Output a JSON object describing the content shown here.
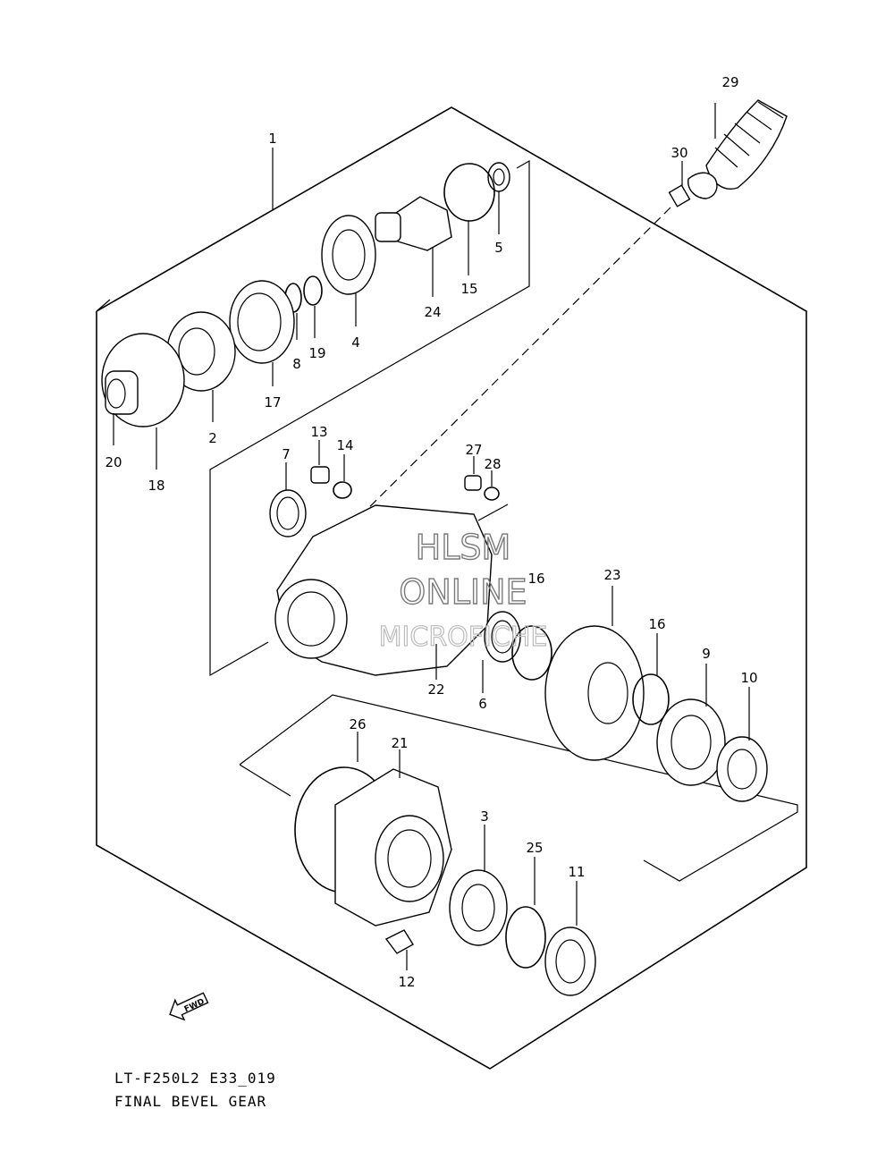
{
  "watermark": {
    "line1": "HLSM",
    "line2": "ONLINE",
    "line3": "MICROFICHE"
  },
  "footer": {
    "model_code": "LT-F250L2 E33_019",
    "title": "FINAL BEVEL GEAR"
  },
  "fwd_arrow": {
    "label": "FWD"
  },
  "callouts": {
    "p1": "1",
    "p2": "2",
    "p3": "3",
    "p4": "4",
    "p5": "5",
    "p6": "6",
    "p7": "7",
    "p8": "8",
    "p9": "9",
    "p10": "10",
    "p11": "11",
    "p12": "12",
    "p13": "13",
    "p14": "14",
    "p15": "15",
    "p16a": "16",
    "p16b": "16",
    "p17": "17",
    "p18": "18",
    "p19": "19",
    "p20": "20",
    "p21": "21",
    "p22": "22",
    "p23": "23",
    "p24": "24",
    "p25": "25",
    "p26": "26",
    "p27": "27",
    "p28": "28",
    "p29": "29",
    "p30": "30"
  },
  "colors": {
    "line": "#000000",
    "background": "#ffffff",
    "watermark": "#7a7a7a"
  }
}
